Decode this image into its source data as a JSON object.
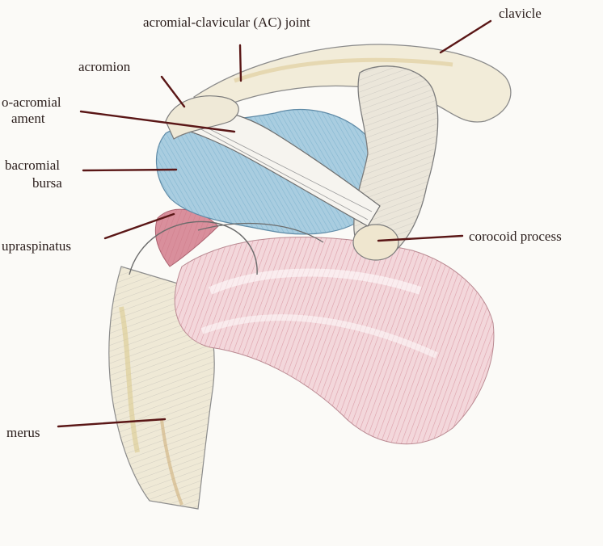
{
  "labels": {
    "ac_joint": "acromial-clavicular (AC) joint",
    "clavicle": "clavicle",
    "acromion": "acromion",
    "ligament_line1": "o-acromial",
    "ligament_line2": "ament",
    "bursa_line1": "bacromial",
    "bursa_line2": "bursa",
    "supraspinatus": "upraspinatus",
    "coracoid": "corocoid process",
    "humerus": "merus"
  },
  "colors": {
    "leader": "#5a1616",
    "bursa_blue": "#9cc7dc",
    "muscle_red": "#d98f9c",
    "bone": "#ece7da",
    "pencil": "#6a6a6a"
  }
}
